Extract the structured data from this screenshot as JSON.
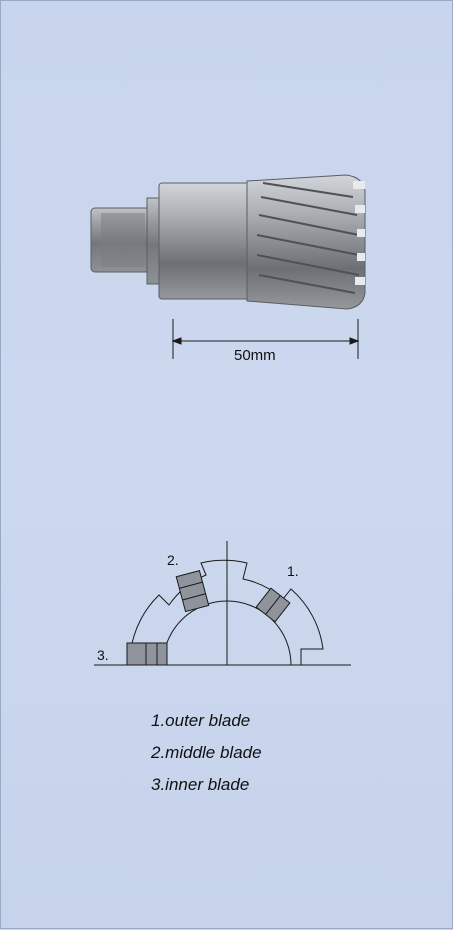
{
  "dimension": {
    "label": "50mm"
  },
  "blades": [
    {
      "number": "1.",
      "name": "outer blade"
    },
    {
      "number": "2.",
      "name": "middle blade"
    },
    {
      "number": "3.",
      "name": "inner blade"
    }
  ],
  "legend": [
    "1.outer blade",
    "2.middle blade",
    "3.inner blade"
  ],
  "colors": {
    "background": "#c9d6ec",
    "cutter_body": "#8a8d92",
    "blade_fill": "#8f939c",
    "line": "#1a1a1a"
  }
}
